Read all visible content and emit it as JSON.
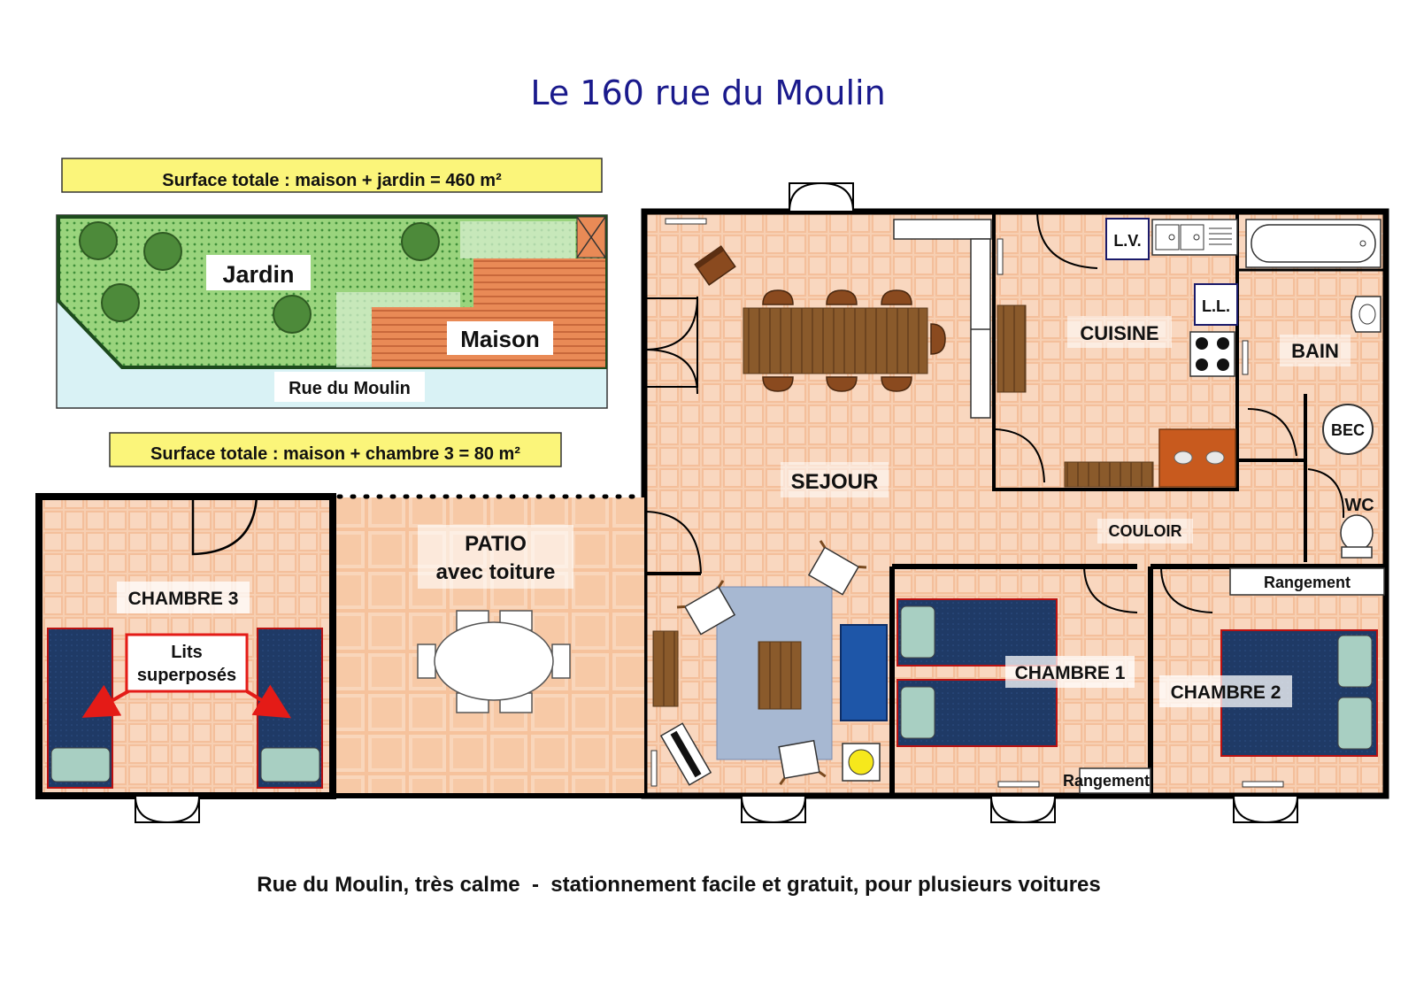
{
  "title": "Le 160 rue du Moulin",
  "surface_total_jardin": "Surface totale : maison + jardin = 460 m²",
  "surface_total_chambre": "Surface totale : maison + chambre 3 = 80 m²",
  "site_plan": {
    "jardin": "Jardin",
    "maison": "Maison",
    "street": "Rue du Moulin"
  },
  "rooms": {
    "sejour": "SEJOUR",
    "cuisine": "CUISINE",
    "bain": "BAIN",
    "bec": "BEC",
    "wc": "WC",
    "couloir": "COULOIR",
    "rangement_top": "Rangement",
    "rangement_bottom": "Rangement",
    "chambre1": "CHAMBRE 1",
    "chambre2": "CHAMBRE 2",
    "chambre3": "CHAMBRE 3",
    "patio_line1": "PATIO",
    "patio_line2": "avec toiture",
    "lv": "L.V.",
    "ll": "L.L.",
    "lits_line1": "Lits",
    "lits_line2": "superposés"
  },
  "footer": "Rue du Moulin, très calme  -  stationnement facile et gratuit, pour plusieurs voitures",
  "colors": {
    "title": "#1a1a8c",
    "banner": "#fbf57a",
    "tile": "#f6c9a8",
    "wall": "#000000",
    "bed": "#1f3a66",
    "wood": "#8a5a2b",
    "lawn": "#8fcf7a",
    "house_roof": "#e98a56",
    "arrow": "#e41b17"
  }
}
